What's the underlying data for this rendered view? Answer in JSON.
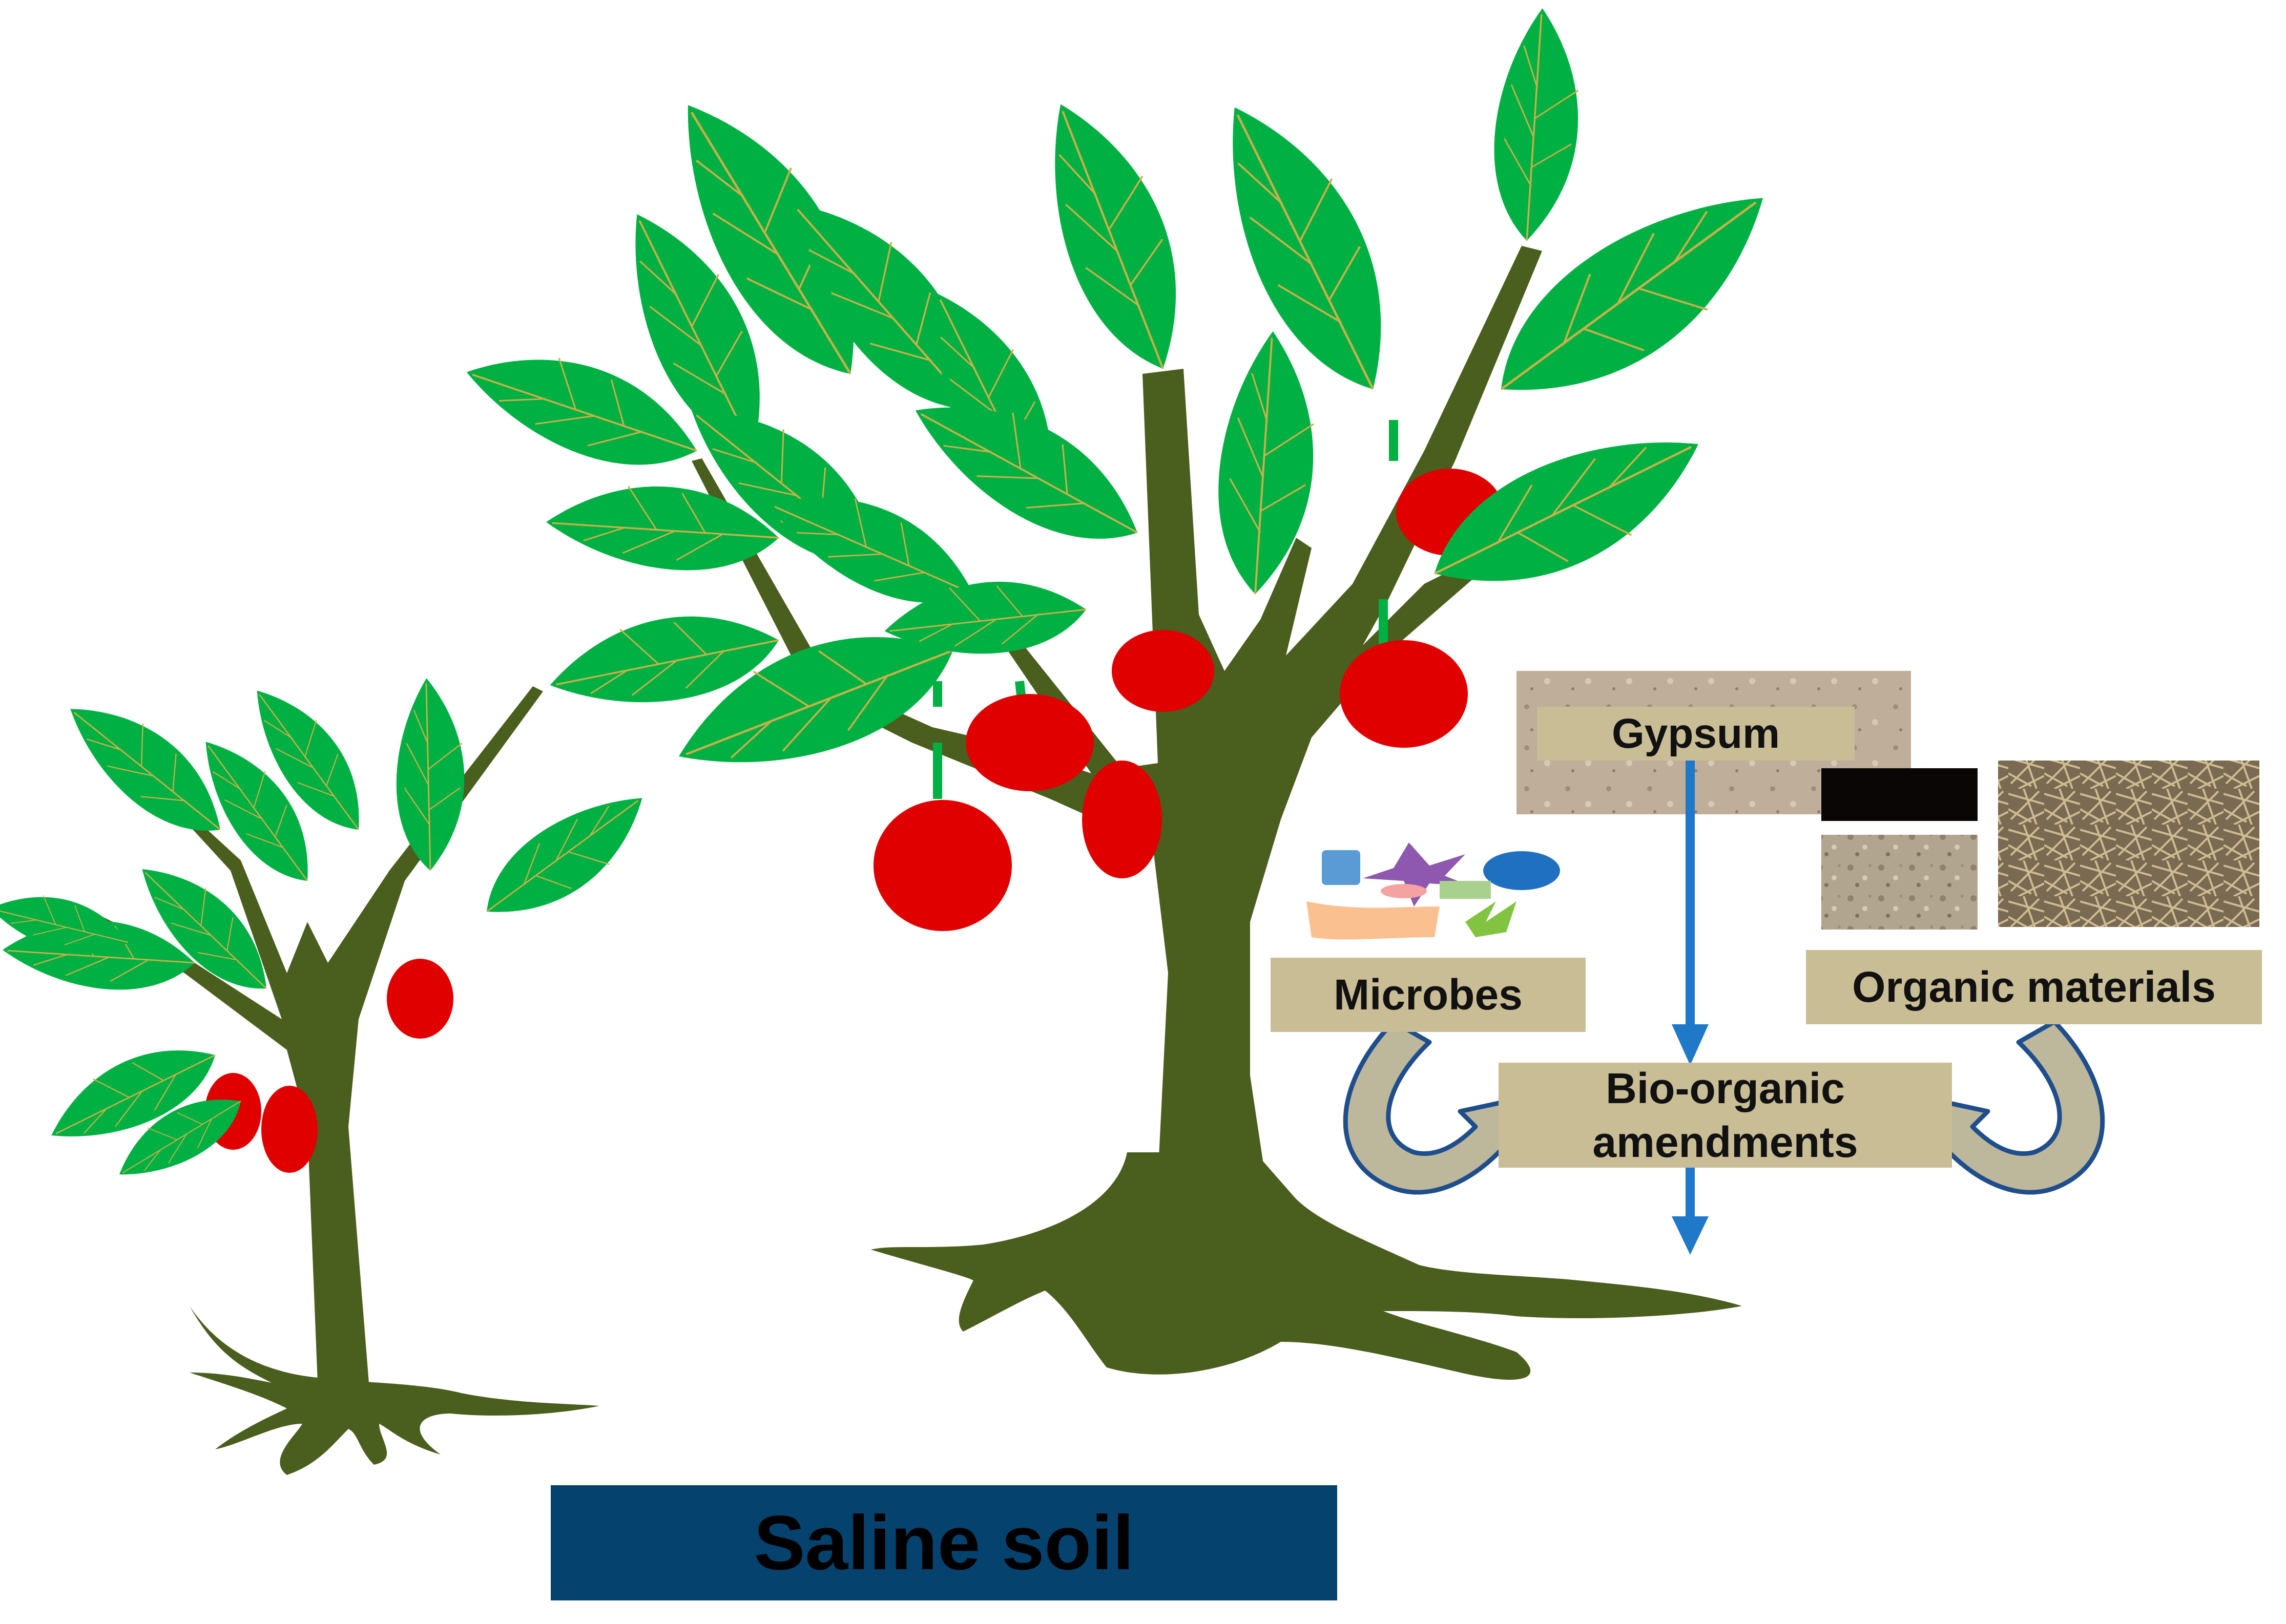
{
  "labels": {
    "gypsum": "Gypsum",
    "microbes": "Microbes",
    "organic_materials": "Organic materials",
    "bio_organic_line1": "Bio-organic",
    "bio_organic_line2": "amendments",
    "saline_soil": "Saline soil"
  },
  "colors": {
    "leaf": "#00b043",
    "leaf_vein": "#c8b048",
    "trunk": "#4a5e1e",
    "fruit": "#e00000",
    "label_fill": "#c9bd96",
    "arrow_blue": "#1f78c8",
    "curved_arrow_fill": "#bdb79b",
    "curved_arrow_stroke": "#1f4e8c",
    "soil_bar": "#05426e"
  }
}
